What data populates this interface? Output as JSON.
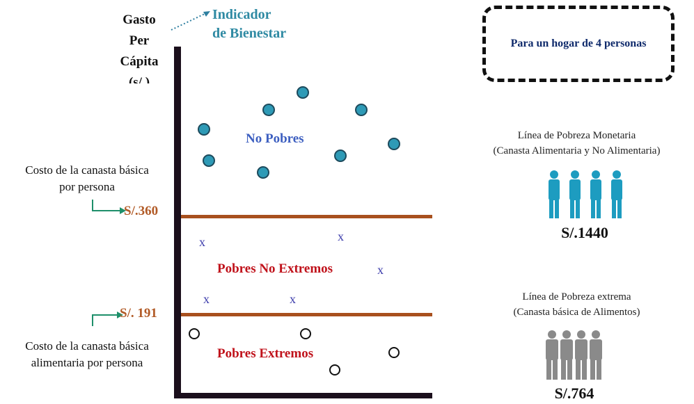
{
  "y_axis_title": [
    "Gasto",
    "Per",
    "Cápita",
    "(s/.)"
  ],
  "indicator_label": [
    "Indicador",
    "de Bienestar"
  ],
  "household_box": "Para un hogar de 4 personas",
  "zones": {
    "no_pobres": "No Pobres",
    "pobres_no_extremos": "Pobres No Extremos",
    "pobres_extremos": "Pobres Extremos"
  },
  "cost_labels": {
    "canasta_basica": [
      "Costo de la canasta básica",
      "por persona"
    ],
    "canasta_alimentaria": [
      "Costo de la canasta básica",
      "alimentaria por persona"
    ]
  },
  "thresholds": {
    "upper": "S/.360",
    "lower": "S/. 191"
  },
  "x_marker": "x",
  "monetary_line": {
    "title": [
      "Línea de Pobreza Monetaria",
      "(Canasta Alimentaria y No Alimentaria)"
    ],
    "amount": "S/.1440"
  },
  "extreme_line": {
    "title": [
      "Línea de Pobreza extrema",
      "(Canasta básica de Alimentos)"
    ],
    "amount": "S/.764"
  },
  "colors": {
    "teal_dot": "#2e9ab6",
    "axis": "#1b0f1c",
    "threshold_line": "#a8501e",
    "price_text": "#b15a26",
    "zone_blue": "#3d5fc0",
    "zone_red": "#c0121b",
    "x_marker": "#3c3cab",
    "people_teal": "#1d9cc0",
    "people_gray": "#8a8a8a"
  },
  "icons": [
    "dotted-arrow-icon",
    "elbow-arrow-icon",
    "person-icon"
  ]
}
